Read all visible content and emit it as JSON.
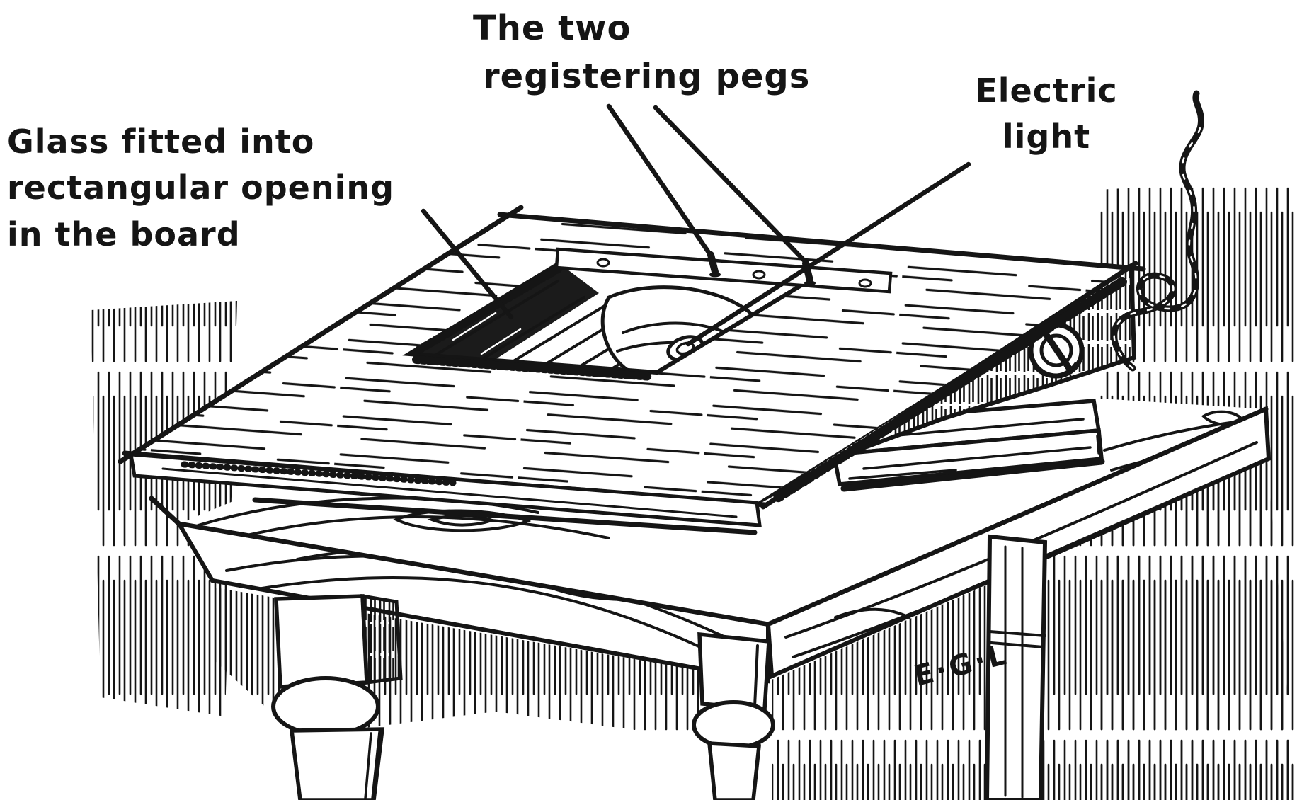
{
  "labels": {
    "pegs": {
      "line1": "The two",
      "line2": "registering pegs"
    },
    "light": {
      "line1": "Electric",
      "line2": "light"
    },
    "glass": {
      "line1": "Glass fitted into",
      "line2": "rectangular opening",
      "line3": "in the board"
    }
  },
  "signature": "E·G·L",
  "colors": {
    "ink": "#151515",
    "paper": "#ffffff"
  }
}
